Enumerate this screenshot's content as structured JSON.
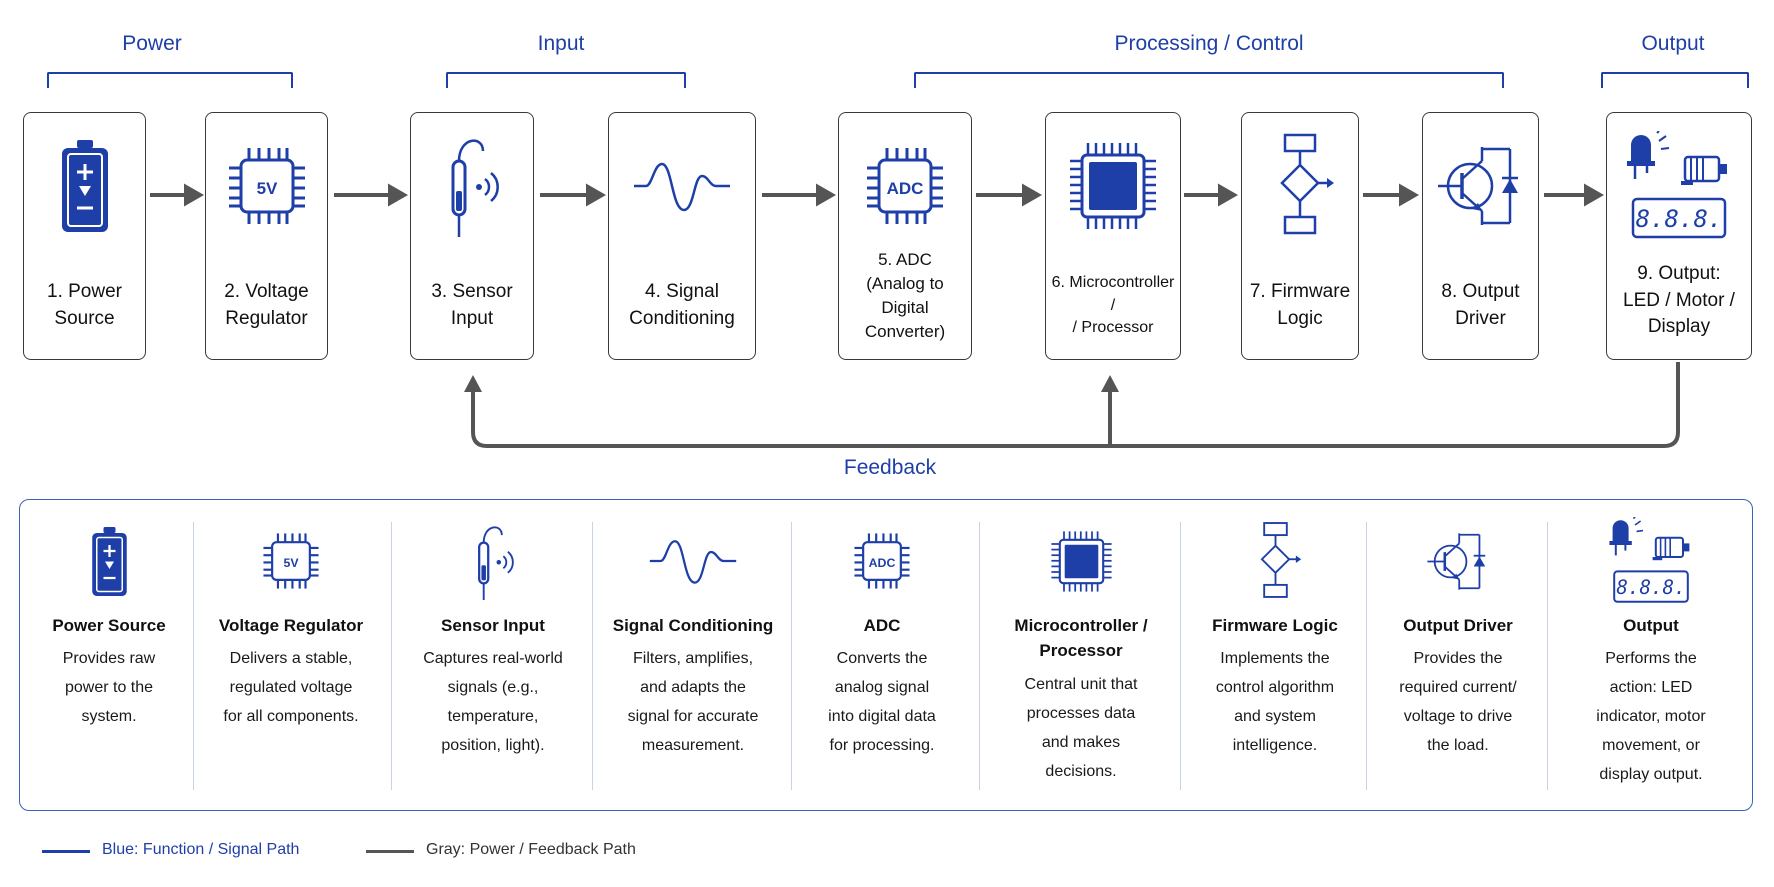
{
  "groups": {
    "power": "Power",
    "input": "Input",
    "processing": "Processing / Control",
    "output": "Output",
    "feedback": "Feedback"
  },
  "stages": [
    {
      "label": "1. Power\nSource",
      "icon": "battery-icon"
    },
    {
      "label": "2. Voltage\nRegulator",
      "icon": "voltage-regulator-chip-icon",
      "chip_text": "5V"
    },
    {
      "label": "3. Sensor\nInput",
      "icon": "sensor-probe-icon"
    },
    {
      "label": "4. Signal\nConditioning",
      "icon": "waveform-icon"
    },
    {
      "label": "5. ADC\n(Analog to\nDigital\nConverter)",
      "icon": "adc-chip-icon",
      "chip_text": "ADC"
    },
    {
      "label": "6. Microcontroller /\n/ Processor",
      "icon": "microcontroller-chip-icon"
    },
    {
      "label": "7. Firmware\nLogic",
      "icon": "flowchart-icon"
    },
    {
      "label": "8. Output\nDriver",
      "icon": "transistor-icon"
    },
    {
      "label": "9. Output:\nLED / Motor /\nDisplay",
      "icon": "led-motor-display-icon",
      "display_text": "8.8.8."
    }
  ],
  "details": [
    {
      "title": "Power Source",
      "desc": "Provides raw\npower to the\nsystem."
    },
    {
      "title": "Voltage Regulator",
      "desc": "Delivers a stable,\nregulated voltage\nfor all components."
    },
    {
      "title": "Sensor Input",
      "desc": "Captures real-world\nsignals (e.g.,\ntemperature,\nposition, light)."
    },
    {
      "title": "Signal Conditioning",
      "desc": "Filters, amplifies,\nand adapts the\nsignal for accurate\nmeasurement."
    },
    {
      "title": "ADC",
      "desc": "Converts the\nanalog signal\ninto digital data\nfor processing."
    },
    {
      "title": "Microcontroller /\nProcessor",
      "desc": "Central unit that\nprocesses data\nand makes\ndecisions."
    },
    {
      "title": "Firmware Logic",
      "desc": "Implements the\ncontrol algorithm\nand system\nintelligence."
    },
    {
      "title": "Output Driver",
      "desc": "Provides the\nrequired current/\nvoltage to drive\nthe load."
    },
    {
      "title": "Output",
      "desc": "Performs the\naction: LED\nindicator, motor\nmovement, or\ndisplay output."
    }
  ],
  "legend": {
    "blue_label": "Blue: Function / Signal Path",
    "gray_label": "Gray: Power / Feedback Path"
  },
  "colors": {
    "function_blue": "#1f3fa8",
    "path_gray": "#555555",
    "panel_border": "#3b64b6"
  }
}
